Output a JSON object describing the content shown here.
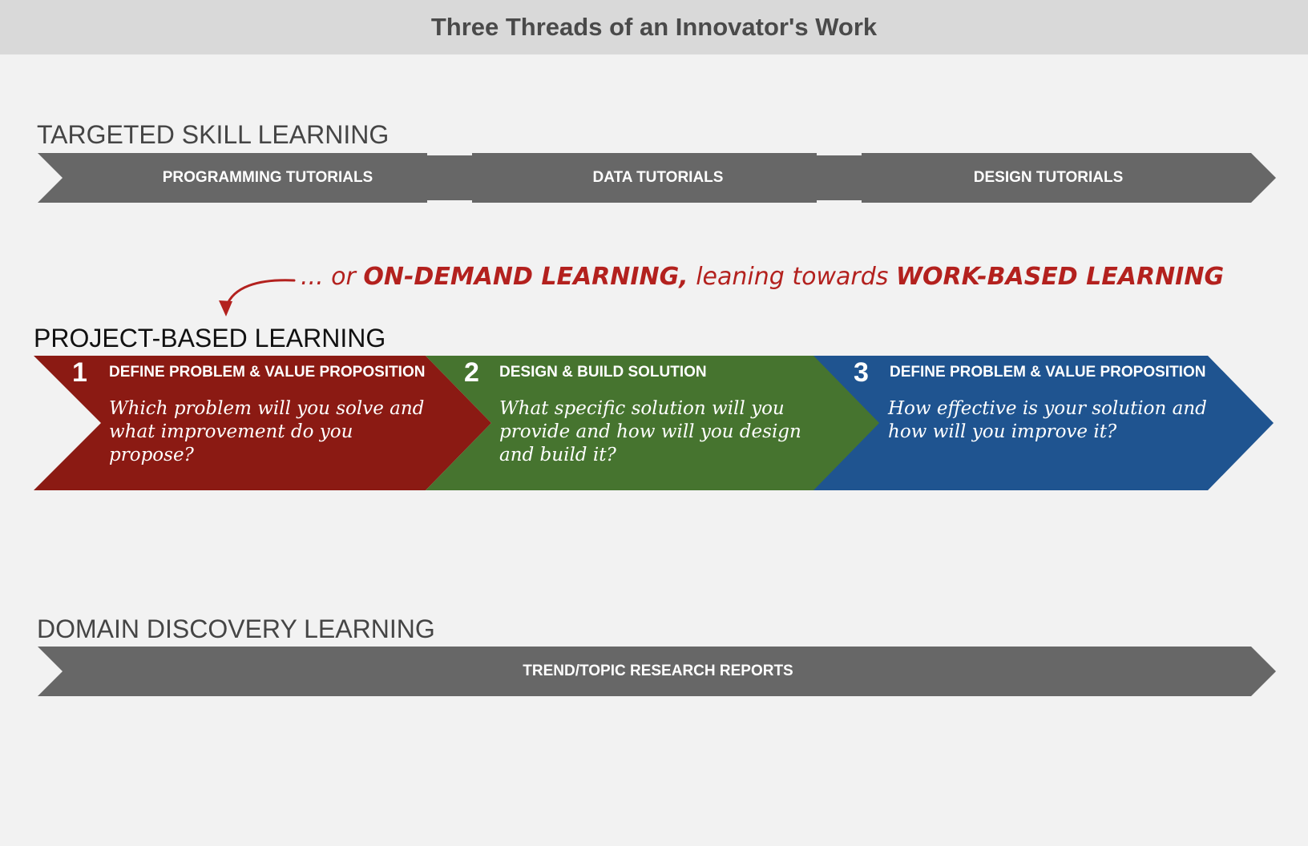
{
  "title": "Three Threads of an Innovator's Work",
  "colors": {
    "background": "#f2f2f2",
    "title_bar": "#d9d9d9",
    "gray_arrow": "#676767",
    "annotation": "#b3211e",
    "step1": "#8b1a13",
    "step2": "#46742f",
    "step3": "#1f5490"
  },
  "targeted": {
    "heading": "TARGETED SKILL LEARNING",
    "items": [
      "PROGRAMMING TUTORIALS",
      "DATA TUTORIALS",
      "DESIGN TUTORIALS"
    ]
  },
  "annotation": {
    "prefix": "... or ",
    "emphasis1": "ON-DEMAND LEARNING,",
    "middle": " leaning towards ",
    "emphasis2": "WORK-BASED LEARNING"
  },
  "project": {
    "heading": "PROJECT-BASED LEARNING",
    "steps": [
      {
        "number": "1",
        "title": "DEFINE PROBLEM & VALUE PROPOSITION",
        "question": "Which problem will you solve and what improvement do you propose?"
      },
      {
        "number": "2",
        "title": "DESIGN & BUILD SOLUTION",
        "question": "What specific solution will you provide and how will you design and build it?"
      },
      {
        "number": "3",
        "title": "DEFINE PROBLEM & VALUE PROPOSITION",
        "question": "How effective is your solution and how will you improve it?"
      }
    ]
  },
  "domain": {
    "heading": "DOMAIN DISCOVERY LEARNING",
    "item": "TREND/TOPIC RESEARCH REPORTS"
  }
}
